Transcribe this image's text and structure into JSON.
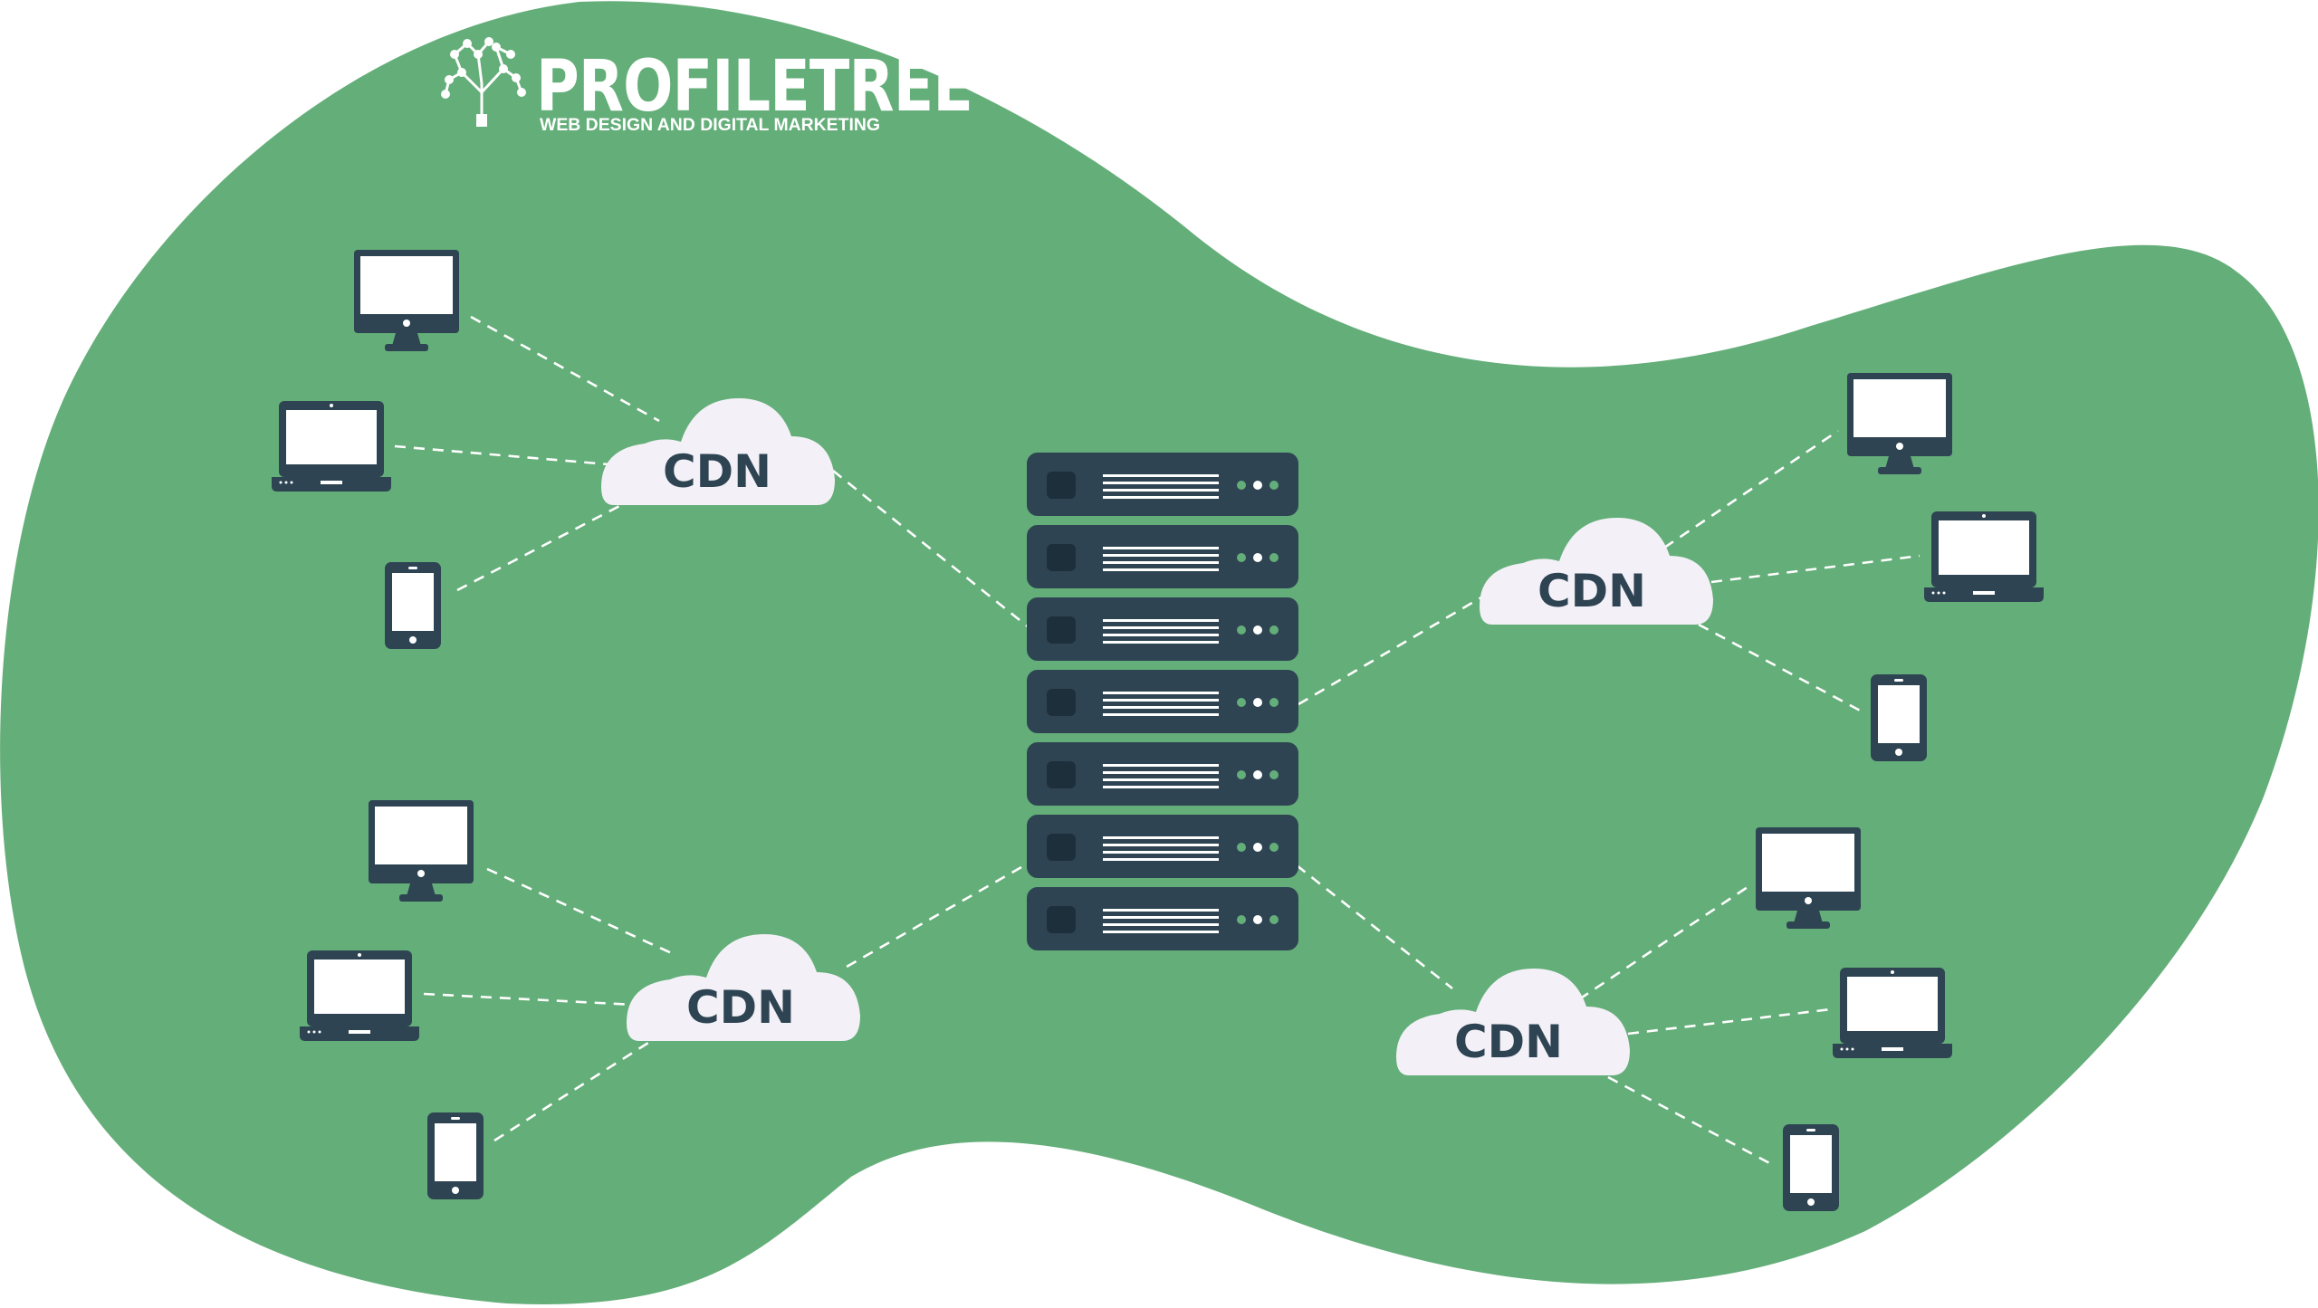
{
  "brand": {
    "name": "PROFILETREE",
    "tagline": "WEB DESIGN AND DIGITAL MARKETING"
  },
  "cdn_nodes": [
    {
      "label": "CDN"
    },
    {
      "label": "CDN"
    },
    {
      "label": "CDN"
    },
    {
      "label": "CDN"
    }
  ],
  "colors": {
    "background_blob": "#64ae79",
    "server": "#2e4453",
    "cloud": "#f3f1f7",
    "cdn_text": "#2e4453",
    "server_led_green": "#64ae79",
    "connector_lines": "#ffffff"
  }
}
